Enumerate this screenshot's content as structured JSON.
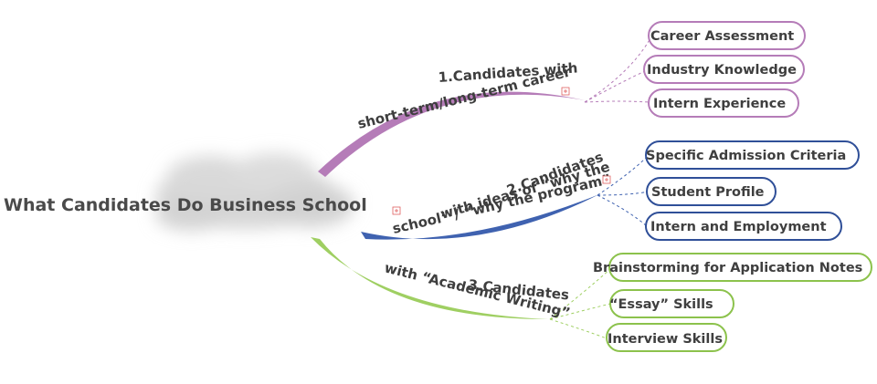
{
  "root": {
    "label": "What Candidates Do Business School"
  },
  "branches": [
    {
      "id": "career",
      "color": "#b57cb8",
      "label_lines": [
        "1.Candidates with",
        "short-term/long-term career"
      ],
      "expand_icon": "plus-square-icon",
      "children": [
        "Career Assessment",
        "Industry Knowledge",
        "Intern Experience"
      ]
    },
    {
      "id": "why",
      "color": "#3f62b0",
      "border_color": "#2f4f98",
      "label_lines": [
        "2.Candidates",
        "with ideas of  “why the",
        "school” / “why the program”"
      ],
      "expand_icon": "plus-square-icon",
      "children": [
        "Specific Admission Criteria",
        "Student Profile",
        "Intern and Employment"
      ]
    },
    {
      "id": "writing",
      "color": "#9fcf62",
      "border_color": "#8cc24c",
      "label_lines": [
        "3.Candidates",
        "with  “Academic Writing”"
      ],
      "children": [
        "Brainstorming for Application Notes",
        "“Essay” Skills",
        "Interview Skills"
      ]
    }
  ],
  "root_expand_icon": "plus-square-icon",
  "root_backdrop_icon": "cloud-icon"
}
